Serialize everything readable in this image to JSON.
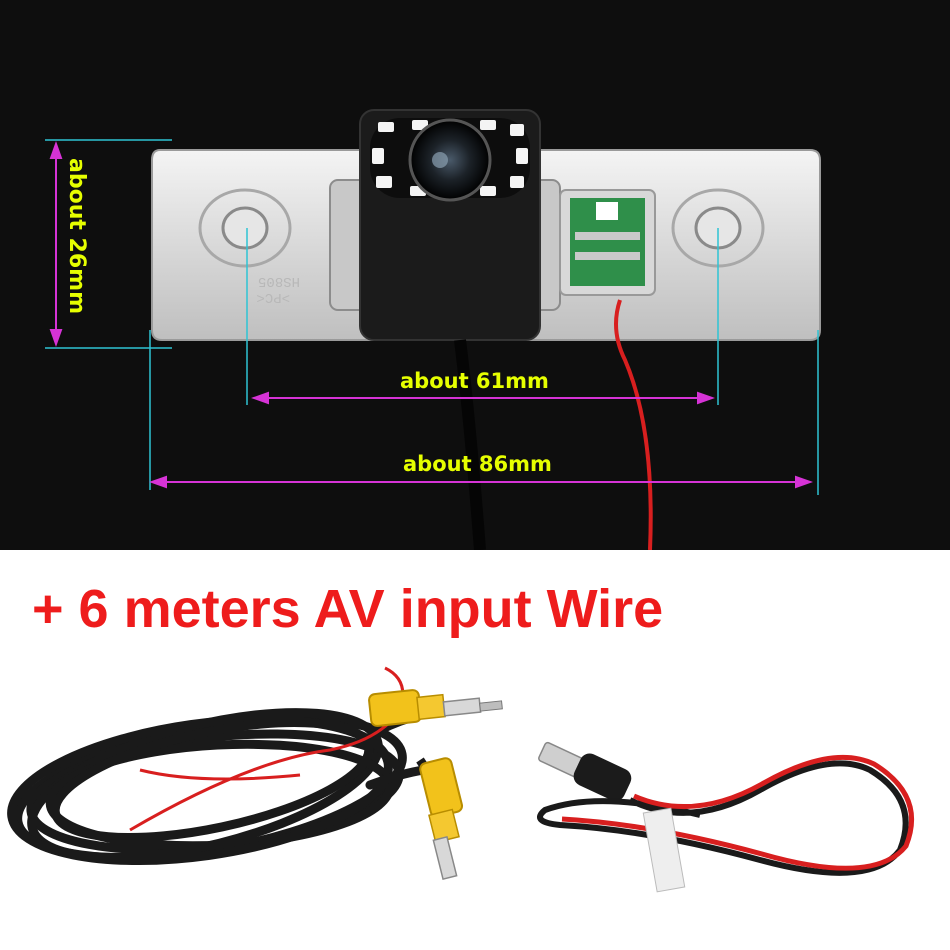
{
  "image": {
    "headline": "+ 6 meters AV input Wire",
    "dimensions": {
      "height_label": "about 26mm",
      "hole_spacing_label": "about 61mm",
      "width_label": "about 86mm"
    },
    "housing_marking": {
      "line1": "HS805",
      "line2": ">PC<"
    },
    "colors": {
      "headline": "#ee1c1c",
      "dimension_text": "#e6ff00",
      "dimension_arrow": "#d633d6",
      "extension_line": "#2ec4d4",
      "rca_plug": "#f2c21b",
      "cable": "#1a1a1a",
      "red_wire": "#d81f1f"
    }
  }
}
